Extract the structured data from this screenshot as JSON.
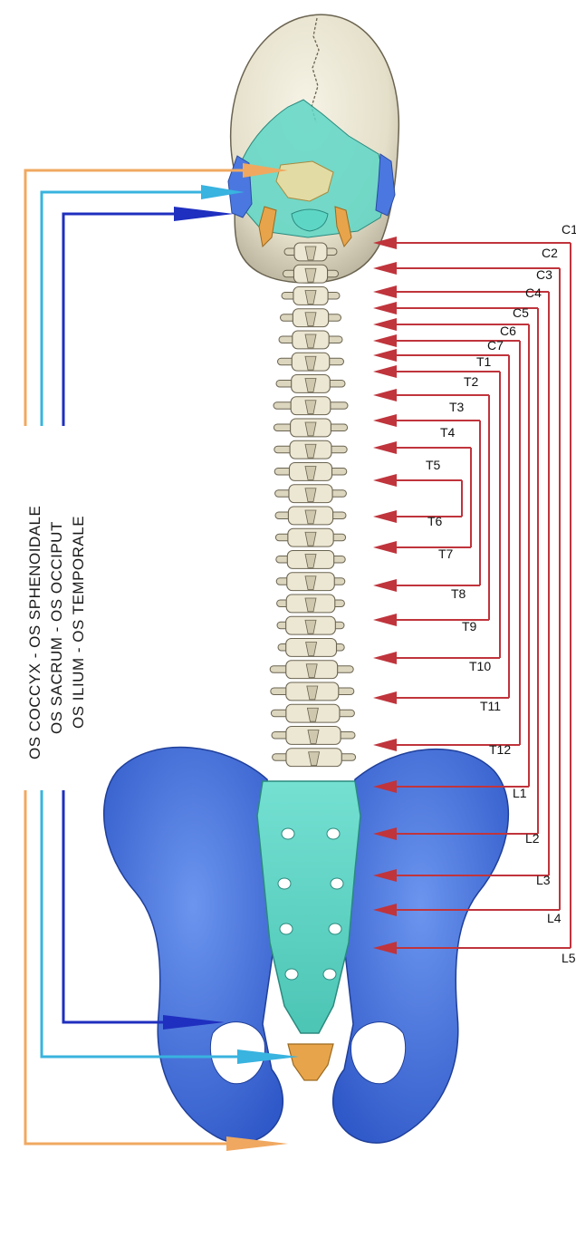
{
  "labels": {
    "pair_coccyx": "OS  COCCYX - OS SPHENOIDALE",
    "pair_sacrum": "OS SACRUM - OS OCCIPUT",
    "pair_ilium": "OS ILIUM - OS TEMPORALE"
  },
  "segments": [
    "C1",
    "C2",
    "C3",
    "C4",
    "C5",
    "C6",
    "C7",
    "T1",
    "T2",
    "T3",
    "T4",
    "T5",
    "T6",
    "T7",
    "T8",
    "T9",
    "T10",
    "T11",
    "T12",
    "L1",
    "L2",
    "L3",
    "L4",
    "L5"
  ],
  "colors": {
    "bone": "#e9e4cf",
    "bone_shadow": "#b9b29a",
    "occiput": "#5ed6c6",
    "ilium": "#4a78e0",
    "coccyx_sphenoid": "#e8a44a",
    "arrow_orange": "#f0a860",
    "arrow_cyan": "#39b3df",
    "arrow_navy": "#1f2fbf",
    "arrow_red": "#c0343c"
  }
}
